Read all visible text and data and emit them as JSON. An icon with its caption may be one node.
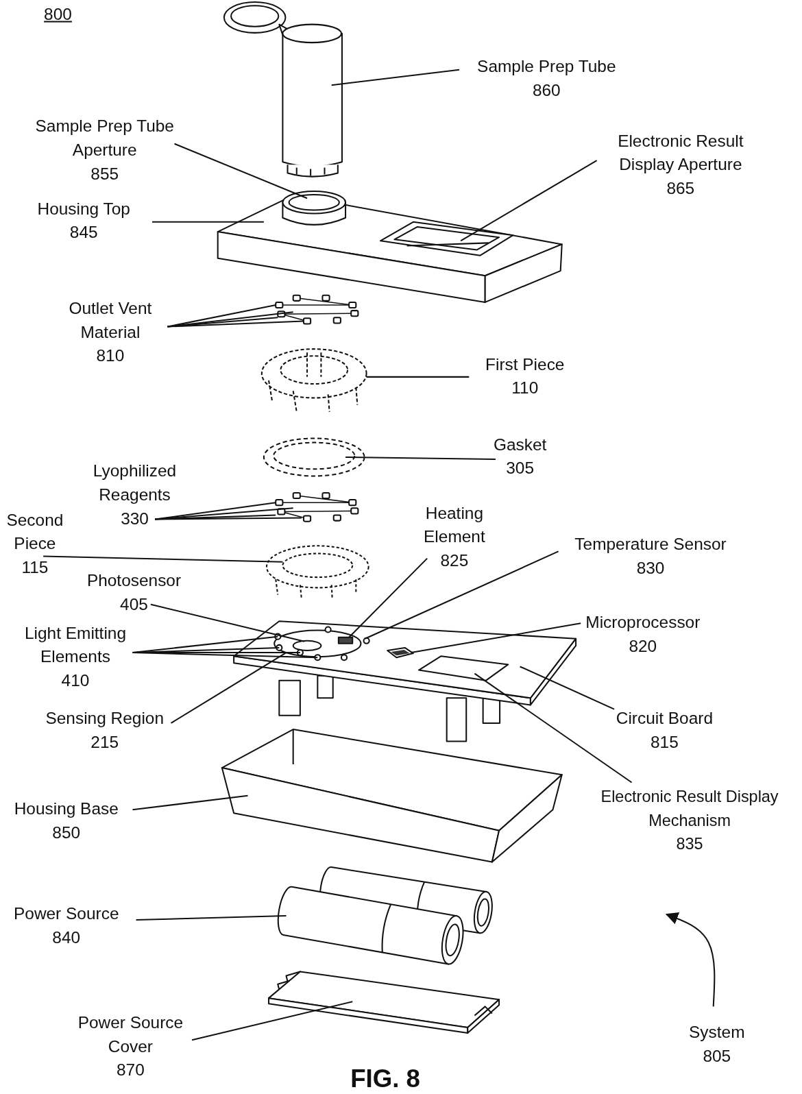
{
  "diagram": {
    "nodes": [
      {
        "text": [
          "Sample Prep Tube",
          "860"
        ]
      },
      {
        "text": [
          "Sample Prep Tube Aperture",
          "855"
        ]
      },
      {
        "text": [
          "Electronic Result Display Aperture",
          "865"
        ]
      },
      {
        "text": [
          "Housing Top",
          "845"
        ]
      },
      {
        "text": [
          "Outlet Vent Material",
          "810"
        ]
      },
      {
        "text": [
          "First Piece",
          "110"
        ]
      },
      {
        "text": [
          "Gasket",
          "305"
        ]
      },
      {
        "text": [
          "Lyophilized Reagents",
          "330"
        ]
      },
      {
        "text": [
          "Heating Element",
          "825"
        ]
      },
      {
        "text": [
          "Second Piece",
          "115"
        ]
      },
      {
        "text": [
          "Temperature Sensor",
          "830"
        ]
      },
      {
        "text": [
          "Photosensor",
          "405"
        ]
      },
      {
        "text": [
          "Microprocessor",
          "820"
        ]
      },
      {
        "text": [
          "Light Emitting Elements",
          "410"
        ]
      },
      {
        "text": [
          "Sensing Region",
          "215"
        ]
      },
      {
        "text": [
          "Circuit Board",
          "815"
        ]
      },
      {
        "text": [
          "Housing Base",
          "850"
        ]
      },
      {
        "text": [
          "Electronic Result Display Mechanism",
          "835"
        ]
      },
      {
        "text": [
          "Power Source",
          "840"
        ]
      },
      {
        "text": [
          "Power Source Cover",
          "870"
        ]
      },
      {
        "text": [
          "System",
          "805"
        ]
      },
      {
        "text": [],
        "shape": "picture"
      },
      {
        "text": [],
        "shape": "picture"
      },
      {
        "text": [],
        "shape": "circle",
        "in": 22
      },
      {
        "text": [],
        "shape": "picture",
        "in": 22
      },
      {
        "text": [],
        "shape": "picture"
      },
      {
        "text": [],
        "shape": "picture"
      },
      {
        "text": [],
        "shape": "picture"
      },
      {
        "text": [],
        "shape": "picture"
      },
      {
        "text": [],
        "shape": "picture"
      },
      {
        "text": [],
        "shape": "picture"
      },
      {
        "text": [],
        "shape": "picture",
        "in": 30
      },
      {
        "text": [],
        "shape": "picture",
        "in": 30
      },
      {
        "text": [],
        "shape": "circle",
        "in": 31
      },
      {
        "text": [],
        "shape": "box",
        "in": 31
      },
      {
        "text": [],
        "shape": "circle",
        "in": 30
      },
      {
        "text": [],
        "shape": "picture",
        "in": 30
      },
      {
        "text": [],
        "shape": "picture",
        "in": 30
      },
      {
        "text": [],
        "shape": "picture"
      },
      {
        "text": [],
        "shape": "picture"
      },
      {
        "text": [],
        "shape": "picture"
      }
    ],
    "edges": [
      {
        "from": 0,
        "to": 21,
        "arrow": "none"
      },
      {
        "from": 1,
        "to": 23,
        "arrow": "none"
      },
      {
        "from": 2,
        "to": 24,
        "arrow": "none"
      },
      {
        "from": 3,
        "to": 22,
        "arrow": "none"
      },
      {
        "from": 4,
        "to": 25,
        "arrow": "none"
      },
      {
        "from": 4,
        "to": 25,
        "arrow": "none"
      },
      {
        "from": 4,
        "to": 25,
        "arrow": "none"
      },
      {
        "from": 4,
        "to": 25,
        "arrow": "none"
      },
      {
        "from": 5,
        "to": 26,
        "arrow": "none"
      },
      {
        "from": 6,
        "to": 27,
        "arrow": "none"
      },
      {
        "from": 7,
        "to": 28,
        "arrow": "none"
      },
      {
        "from": 7,
        "to": 28,
        "arrow": "none"
      },
      {
        "from": 7,
        "to": 28,
        "arrow": "none"
      },
      {
        "from": 7,
        "to": 28,
        "arrow": "none"
      },
      {
        "from": 8,
        "to": 34,
        "arrow": "none"
      },
      {
        "from": 9,
        "to": 29,
        "arrow": "none"
      },
      {
        "from": 10,
        "to": 35,
        "arrow": "none"
      },
      {
        "from": 11,
        "to": 33,
        "arrow": "none"
      },
      {
        "from": 12,
        "to": 36,
        "arrow": "none"
      },
      {
        "from": 13,
        "to": 32,
        "arrow": "none"
      },
      {
        "from": 13,
        "to": 32,
        "arrow": "none"
      },
      {
        "from": 13,
        "to": 32,
        "arrow": "none"
      },
      {
        "from": 13,
        "to": 32,
        "arrow": "none"
      },
      {
        "from": 14,
        "to": 31,
        "arrow": "none"
      },
      {
        "from": 15,
        "to": 30,
        "arrow": "none"
      },
      {
        "from": 16,
        "to": 38,
        "arrow": "none"
      },
      {
        "from": 17,
        "to": 37,
        "arrow": "none"
      },
      {
        "from": 18,
        "to": 39,
        "arrow": "none"
      },
      {
        "from": 19,
        "to": 40,
        "arrow": "none"
      },
      {
        "from": 20,
        "to": null,
        "arrow": "to"
      }
    ],
    "labels": [
      "800",
      "FIG. 8"
    ]
  }
}
